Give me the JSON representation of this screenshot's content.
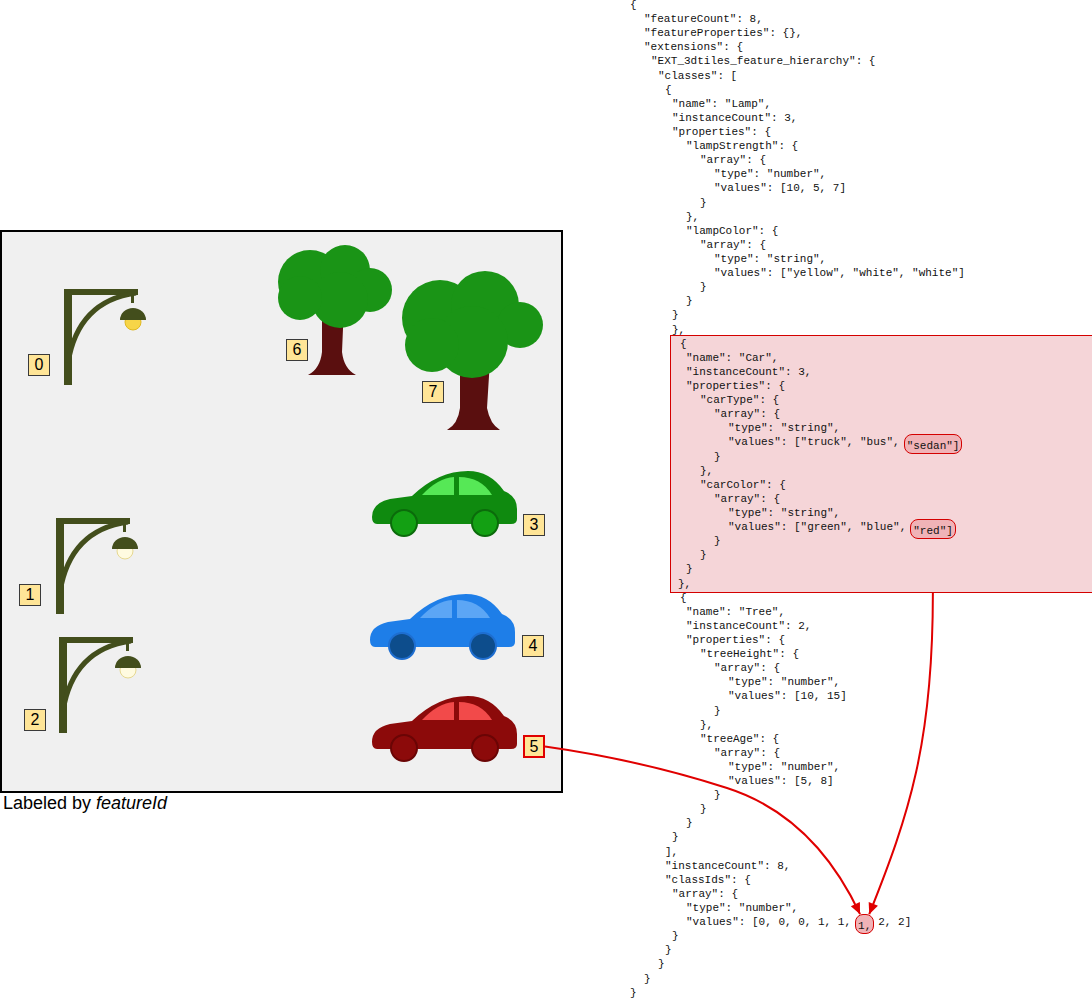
{
  "diagram": {
    "nodes": [
      {
        "text": [
          "0"
        ]
      },
      {
        "text": [
          "1"
        ]
      },
      {
        "text": [
          "2"
        ]
      },
      {
        "text": [
          "3"
        ]
      },
      {
        "text": [
          "4"
        ]
      },
      {
        "text": [
          "5"
        ]
      },
      {
        "text": [
          "6"
        ]
      },
      {
        "text": [
          "7"
        ]
      },
      {
        "text": [
          "{",
          "\"name\": \"Car\",",
          "\"instanceCount\": 3,",
          "\"properties\": {",
          "\"carType\": {",
          "\"array\": {",
          "\"type\": \"string\",",
          "\"values\": [\"truck\", \"bus\",",
          "}",
          "},",
          "\"carColor\": {",
          "\"array\": {",
          "\"type\": \"string\",",
          "\"values\": [\"green\", \"blue\",",
          "}",
          "}",
          "}",
          "},"
        ]
      },
      {
        "text": [
          "\"sedan\"]"
        ],
        "in": 8
      },
      {
        "text": [
          "\"red\"]"
        ],
        "in": 8
      },
      {
        "text": [
          "1,"
        ]
      }
    ],
    "edges": [
      {
        "from": 5,
        "to": 11,
        "arrow": "to"
      },
      {
        "from": 8,
        "to": 11,
        "arrow": "to"
      }
    ],
    "labels": [
      "{",
      "\"featureCount\": 8,",
      "\"featureProperties\": {},",
      "\"extensions\": {",
      "\"EXT_3dtiles_feature_hierarchy\": {",
      "\"classes\": [",
      "{",
      "\"name\": \"Lamp\",",
      "\"instanceCount\": 3,",
      "\"properties\": {",
      "\"lampStrength\": {",
      "\"array\": {",
      "\"type\": \"number\",",
      "\"values\": [10, 5, 7]",
      "}",
      "},",
      "\"lampColor\": {",
      "\"array\": {",
      "\"type\": \"string\",",
      "\"values\": [\"yellow\", \"white\", \"white\"]",
      "}",
      "}",
      "}",
      "},",
      "{",
      "\"name\": \"Tree\",",
      "\"instanceCount\": 2,",
      "\"properties\": {",
      "\"treeHeight\": {",
      "\"array\": {",
      "\"type\": \"number\",",
      "\"values\": [10, 15]",
      "}",
      "},",
      "\"treeAge\": {",
      "\"array\": {",
      "\"type\": \"number\",",
      "\"values\": [5, 8]",
      "}",
      "}",
      "}",
      "}",
      "],",
      "\"instanceCount\": 8,",
      "\"classIds\": {",
      "\"array\": {",
      "\"type\": \"number\",",
      "\"values\": [0, 0, 0, 1, 1,",
      "2, 2]",
      "}",
      "}",
      "}",
      "}",
      "}",
      "Labeled by",
      "featureId"
    ]
  }
}
